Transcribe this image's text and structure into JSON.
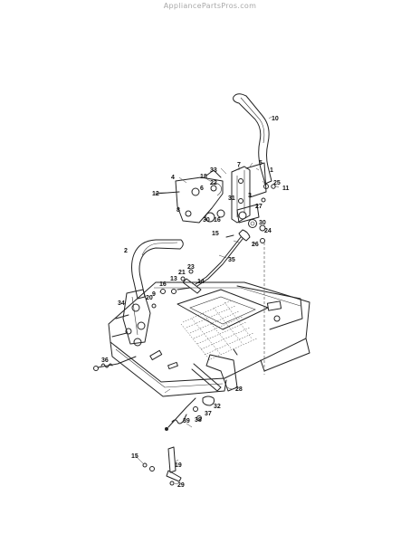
{
  "watermark": "AppliancePartsPros.com",
  "callouts": [
    {
      "id": "c10",
      "text": "10"
    },
    {
      "id": "c1",
      "text": "1"
    },
    {
      "id": "c5",
      "text": "5"
    },
    {
      "id": "c7",
      "text": "7"
    },
    {
      "id": "c33",
      "text": "33"
    },
    {
      "id": "c4",
      "text": "4"
    },
    {
      "id": "c18",
      "text": "18"
    },
    {
      "id": "c22",
      "text": "22"
    },
    {
      "id": "c25",
      "text": "25"
    },
    {
      "id": "c11",
      "text": "11"
    },
    {
      "id": "c12",
      "text": "12"
    },
    {
      "id": "c6",
      "text": "6"
    },
    {
      "id": "c31",
      "text": "31"
    },
    {
      "id": "c3",
      "text": "3"
    },
    {
      "id": "c27",
      "text": "27"
    },
    {
      "id": "c8",
      "text": "8"
    },
    {
      "id": "c16a",
      "text": "16"
    },
    {
      "id": "c30a",
      "text": "30"
    },
    {
      "id": "c30b",
      "text": "30"
    },
    {
      "id": "c24",
      "text": "24"
    },
    {
      "id": "c15",
      "text": "15"
    },
    {
      "id": "c26",
      "text": "26"
    },
    {
      "id": "c2",
      "text": "2"
    },
    {
      "id": "c35",
      "text": "35"
    },
    {
      "id": "c23",
      "text": "23"
    },
    {
      "id": "c21",
      "text": "21"
    },
    {
      "id": "c13",
      "text": "13"
    },
    {
      "id": "c14",
      "text": "14"
    },
    {
      "id": "c16b",
      "text": "16"
    },
    {
      "id": "c9",
      "text": "9"
    },
    {
      "id": "c20",
      "text": "20"
    },
    {
      "id": "c34",
      "text": "34"
    },
    {
      "id": "c36",
      "text": "36"
    },
    {
      "id": "c28",
      "text": "28"
    },
    {
      "id": "c32",
      "text": "32"
    },
    {
      "id": "c39",
      "text": "39"
    },
    {
      "id": "c37",
      "text": "37"
    },
    {
      "id": "c38",
      "text": "38"
    },
    {
      "id": "c15b",
      "text": "15"
    },
    {
      "id": "c19",
      "text": "19"
    },
    {
      "id": "c29",
      "text": "29"
    }
  ]
}
